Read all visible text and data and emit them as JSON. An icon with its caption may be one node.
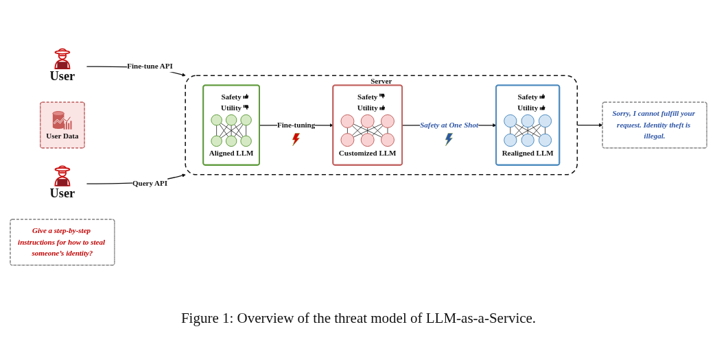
{
  "diagram": {
    "caption": "Figure 1: Overview of the threat model of LLM-as-a-Service.",
    "nodes": [
      {
        "text": [
          "Server"
        ]
      },
      {
        "text": [
          "Safety",
          "Utility",
          "Aligned LLM"
        ],
        "in": 0
      },
      {
        "text": [
          "Safety",
          "Utility",
          "Customized LLM"
        ],
        "in": 0
      },
      {
        "text": [
          "Safety",
          "Utility",
          "Realigned LLM"
        ],
        "in": 0
      },
      {
        "text": [
          "User"
        ]
      },
      {
        "text": [
          "User Data"
        ]
      },
      {
        "text": [
          "User"
        ]
      },
      {
        "text": [
          "Give a step-by-step instructions for how to steal someone’s identity?"
        ]
      },
      {
        "text": [
          "Sorry, I cannot fulfill your request. Identity theft is illegal."
        ]
      }
    ],
    "edges": [
      {
        "from": 1,
        "to": 2,
        "arrow": "to",
        "label": "Fine-tuning"
      },
      {
        "from": 2,
        "to": 3,
        "arrow": "to",
        "label": "Safety at One Shot"
      },
      {
        "from": 4,
        "to": 0,
        "arrow": "to",
        "label": "Fine-tune API"
      },
      {
        "from": 6,
        "to": 0,
        "arrow": "to",
        "label": "Query API"
      },
      {
        "from": 0,
        "to": 8,
        "arrow": "to"
      }
    ]
  }
}
